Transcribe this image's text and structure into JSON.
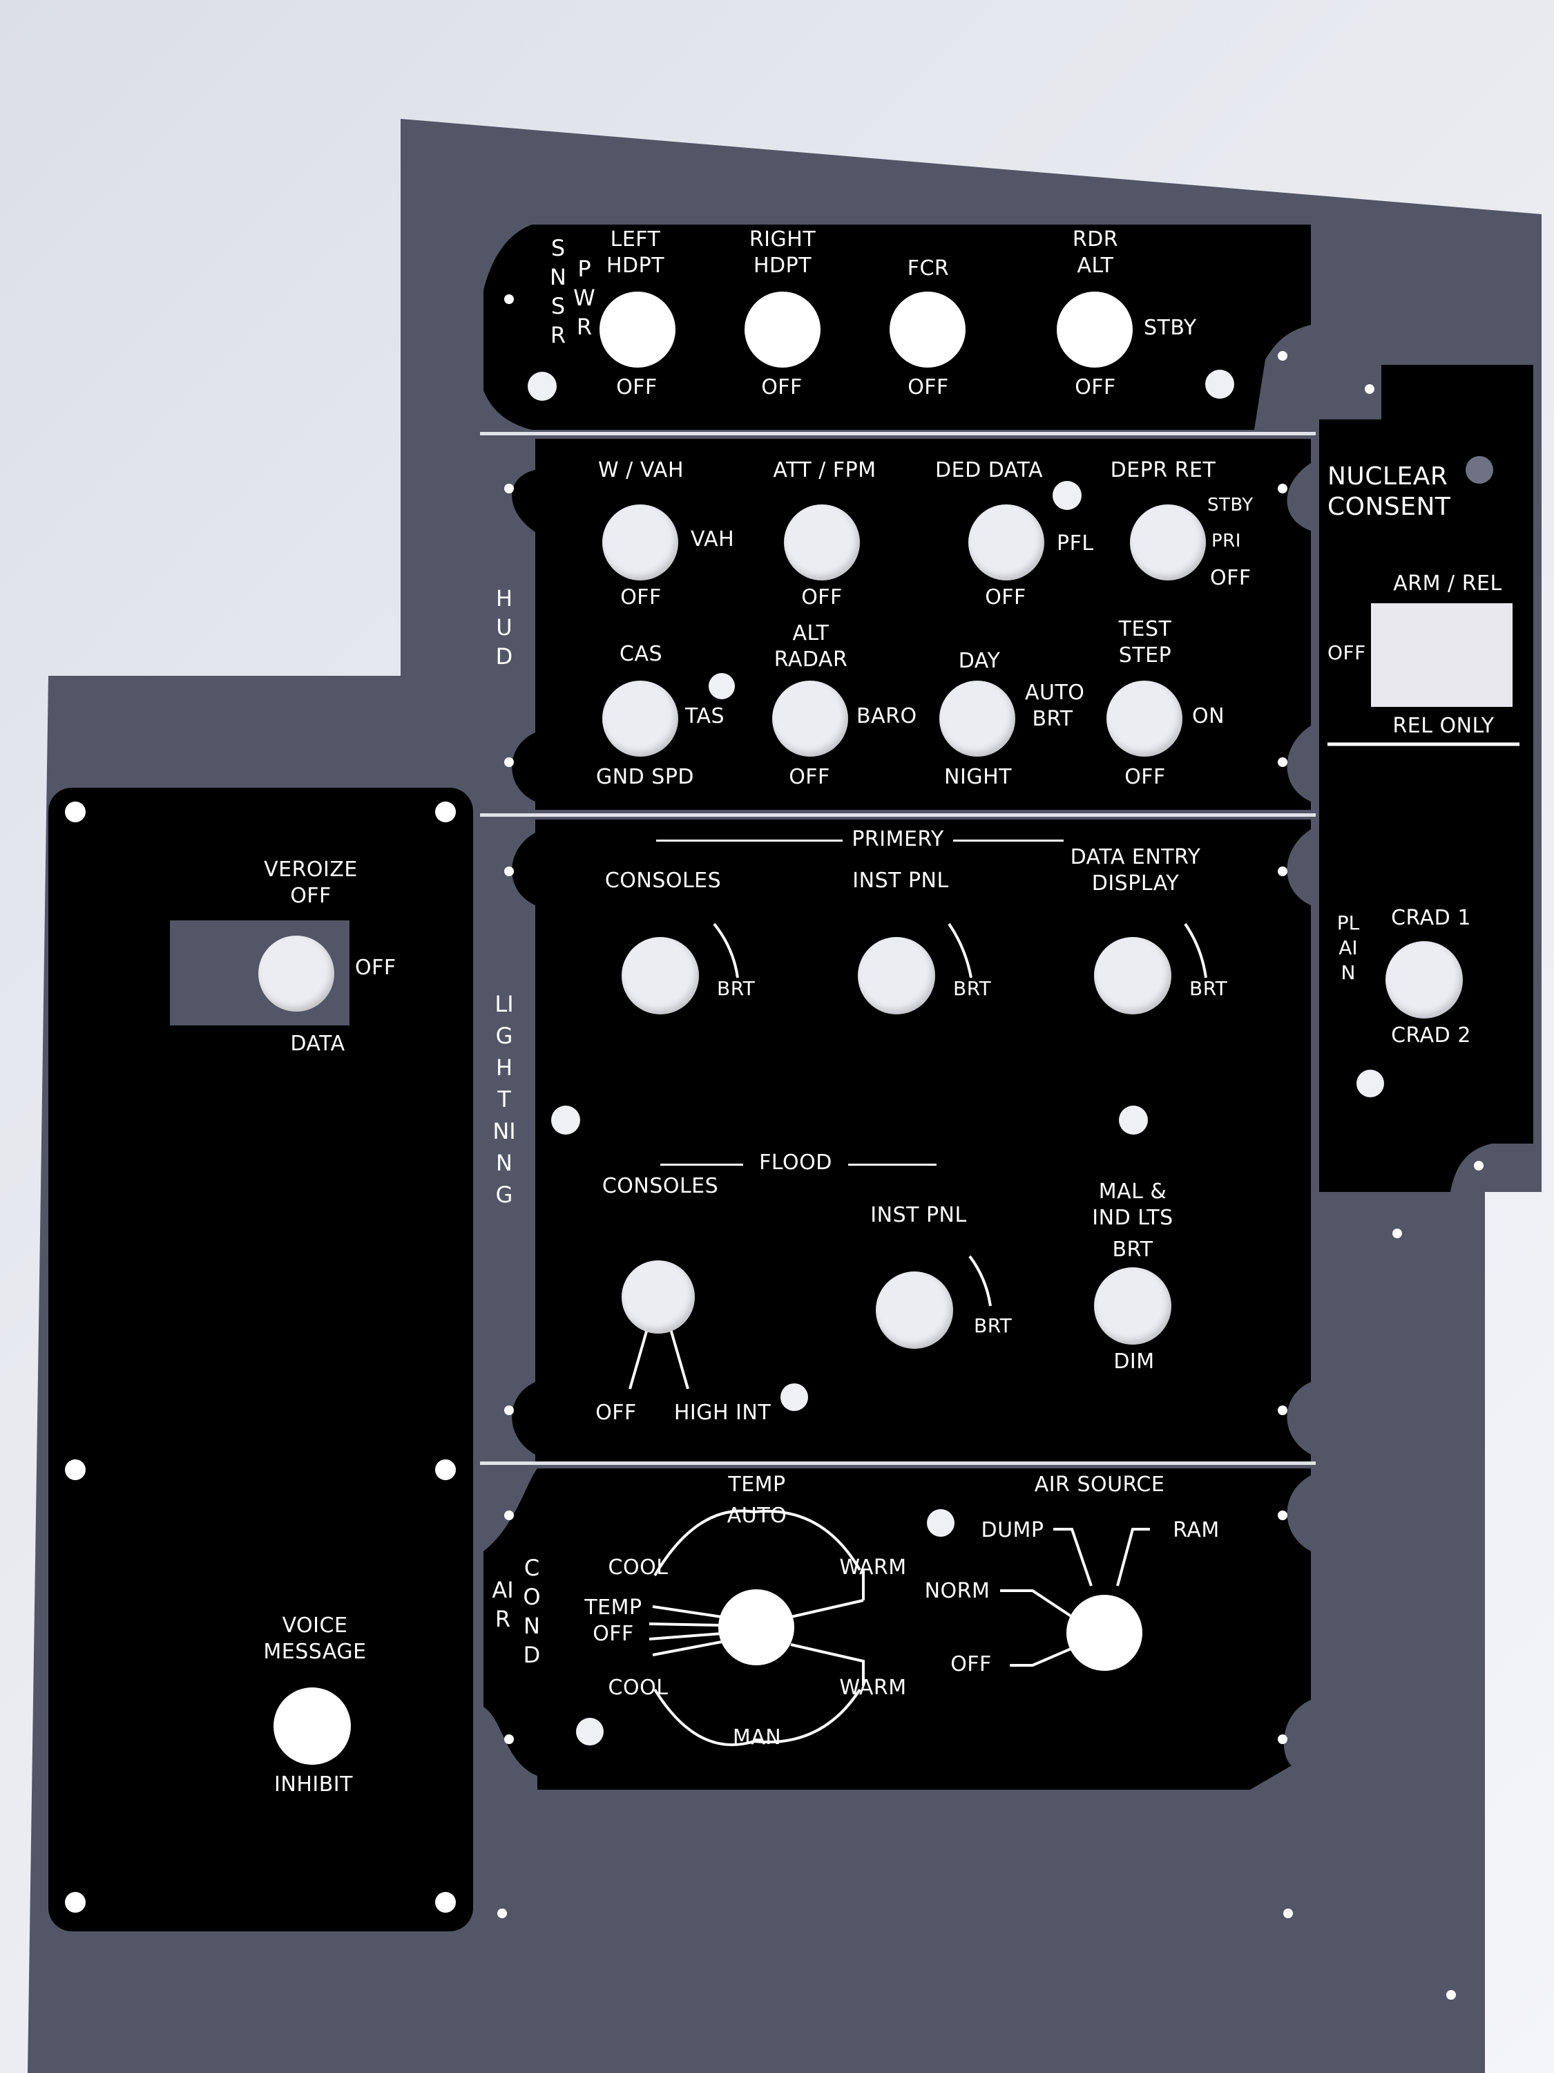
{
  "snsr_pwr": {
    "side_label_1": "SNSR",
    "side_label_2": "PWR",
    "left_hdpt": "LEFT HDPT",
    "right_hdpt": "RIGHT HDPT",
    "fcr": "FCR",
    "rdr_alt": "RDR ALT",
    "stby": "STBY",
    "off": "OFF"
  },
  "hud": {
    "side_label": "HUD",
    "w_vah": "W / VAH",
    "vah": "VAH",
    "att_fpm": "ATT / FPM",
    "ded_data": "DED DATA",
    "pfl": "PFL",
    "depr_ret": "DEPR RET",
    "stby": "STBY",
    "pri": "PRI",
    "cas": "CAS",
    "tas": "TAS",
    "gnd_spd": "GND SPD",
    "alt_radar": "ALT RADAR",
    "baro": "BARO",
    "day": "DAY",
    "auto_brt": "AUTO BRT",
    "night": "NIGHT",
    "test_step": "TEST STEP",
    "on": "ON",
    "off": "OFF"
  },
  "nuclear": {
    "title": "NUCLEAR CONSENT",
    "arm_rel": "ARM / REL",
    "off": "OFF",
    "rel_only": "REL ONLY",
    "plain": "PLAIN",
    "crad1": "CRAD 1",
    "crad2": "CRAD 2"
  },
  "veroize": {
    "label": "VEROIZE OFF",
    "off": "OFF",
    "data": "DATA"
  },
  "voice": {
    "label": "VOICE MESSAGE",
    "inhibit": "INHIBIT"
  },
  "lighting": {
    "side_label": "LIGHTNING",
    "primery": "PRIMERY",
    "consoles": "CONSOLES",
    "inst_pnl": "INST PNL",
    "data_entry": "DATA ENTRY DISPLAY",
    "brt": "BRT",
    "flood": "FLOOD",
    "flood_consoles": "CONSOLES",
    "flood_inst_pnl": "INST PNL",
    "mal_ind": "MAL & IND LTS",
    "mal_brt": "BRT",
    "dim": "DIM",
    "off": "OFF",
    "high_int": "HIGH INT"
  },
  "air_cond": {
    "side_label_1": "AIR",
    "side_label_2": "COND",
    "temp": "TEMP",
    "auto": "AUTO",
    "cool": "COOL",
    "warm": "WARM",
    "temp_off": "TEMP OFF",
    "man": "MAN",
    "air_source": "AIR SOURCE",
    "dump": "DUMP",
    "ram": "RAM",
    "norm": "NORM",
    "off": "OFF"
  },
  "colors": {
    "panel": "#000000",
    "frame": "#525666",
    "label": "#ffffff",
    "knob": "#ecedf2",
    "background": "#e6e8ee"
  }
}
